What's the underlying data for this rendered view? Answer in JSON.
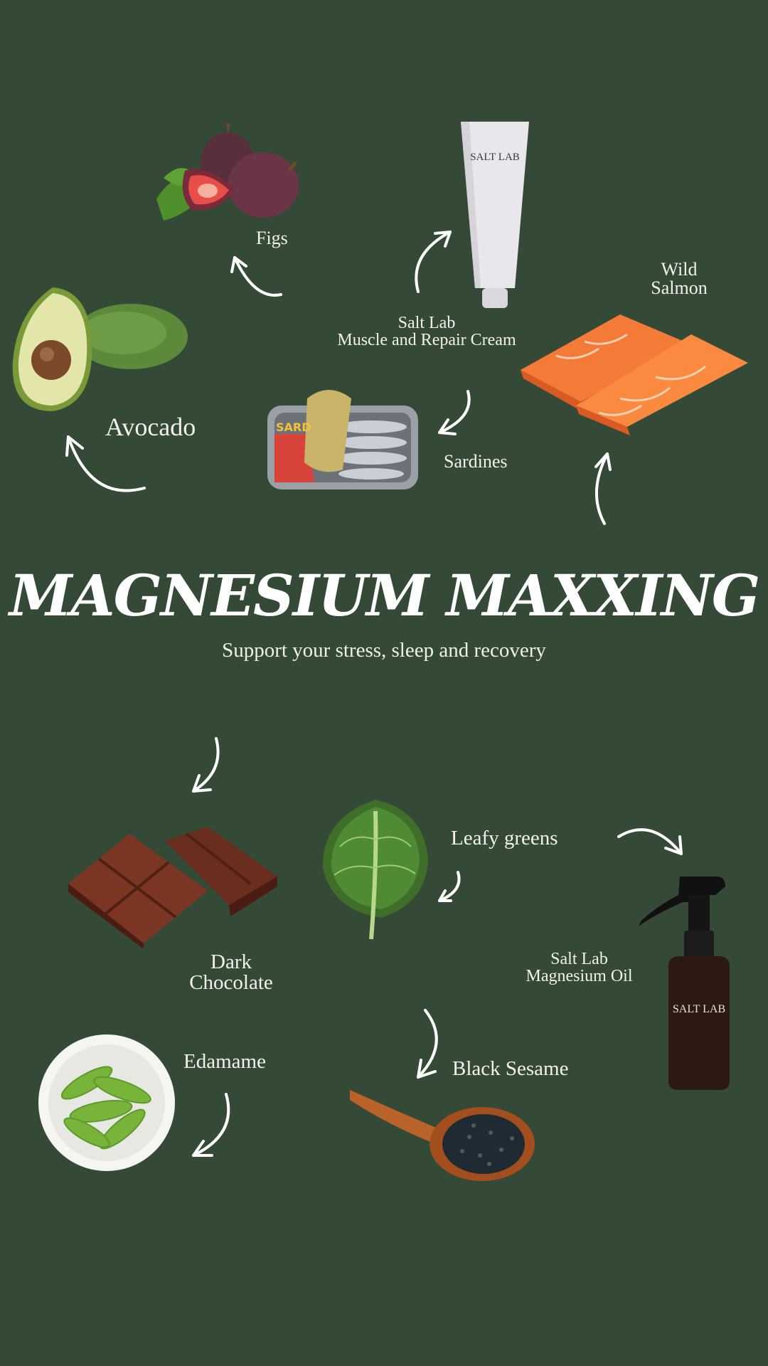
{
  "title": "MAGNESIUM MAXXING",
  "subtitle": "Support your stress, sleep and recovery",
  "items": {
    "figs": "Figs",
    "cream_line1": "Salt Lab",
    "cream_line2": "Muscle and Repair Cream",
    "cream_brand": "SALT LAB",
    "salmon_line1": "Wild",
    "salmon_line2": "Salmon",
    "avocado": "Avocado",
    "sardines": "Sardines",
    "dark_chocolate_line1": "Dark",
    "dark_chocolate_line2": "Chocolate",
    "leafy_greens": "Leafy greens",
    "oil_line1": "Salt Lab",
    "oil_line2": "Magnesium Oil",
    "oil_brand": "SALT LAB",
    "edamame": "Edamame",
    "black_sesame": "Black Sesame"
  },
  "colors": {
    "background": "#354a36",
    "text": "#ffffff"
  }
}
